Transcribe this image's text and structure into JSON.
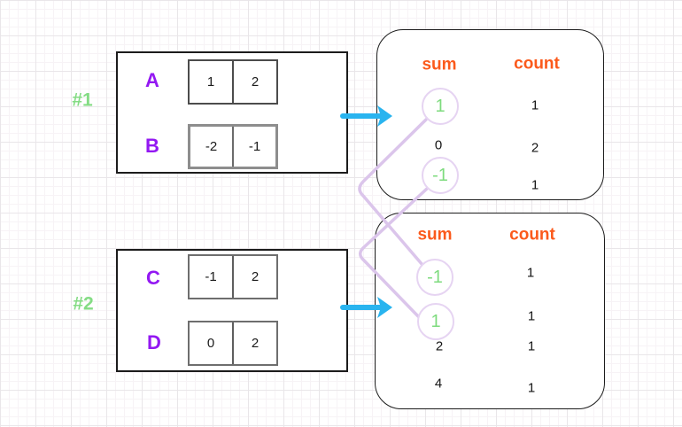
{
  "examples": [
    {
      "id": "#1",
      "arrays": [
        {
          "name": "A",
          "values": [
            "1",
            "2"
          ]
        },
        {
          "name": "B",
          "values": [
            "-2",
            "-1"
          ]
        }
      ],
      "table": {
        "sum_header": "sum",
        "count_header": "count",
        "rows": [
          {
            "sum": "1",
            "count": "1",
            "highlighted": true
          },
          {
            "sum": "0",
            "count": "2",
            "highlighted": false
          },
          {
            "sum": "-1",
            "count": "1",
            "highlighted": true
          }
        ]
      }
    },
    {
      "id": "#2",
      "arrays": [
        {
          "name": "C",
          "values": [
            "-1",
            "2"
          ]
        },
        {
          "name": "D",
          "values": [
            "0",
            "2"
          ]
        }
      ],
      "table": {
        "sum_header": "sum",
        "count_header": "count",
        "rows": [
          {
            "sum": "-1",
            "count": "1",
            "highlighted": true
          },
          {
            "sum": "1",
            "count": "1",
            "highlighted": true
          },
          {
            "sum": "2",
            "count": "1",
            "highlighted": false
          },
          {
            "sum": "4",
            "count": "1",
            "highlighted": false
          }
        ]
      }
    }
  ],
  "connections": [
    {
      "from": "example1.sum.1",
      "to": "example2.sum.-1"
    },
    {
      "from": "example1.sum.-1",
      "to": "example2.sum.1"
    }
  ],
  "icons": {
    "arrow1": "arrow-right-icon",
    "arrow2": "arrow-right-icon"
  },
  "colors": {
    "example_label_green": "#84dc84",
    "array_name_purple": "#9318f2",
    "table_header_orange": "#fb5a1c",
    "highlight_green": "#7edb7e",
    "connector_lavender": "#dbc5eb",
    "arrow_cyan": "#29b4ef"
  }
}
